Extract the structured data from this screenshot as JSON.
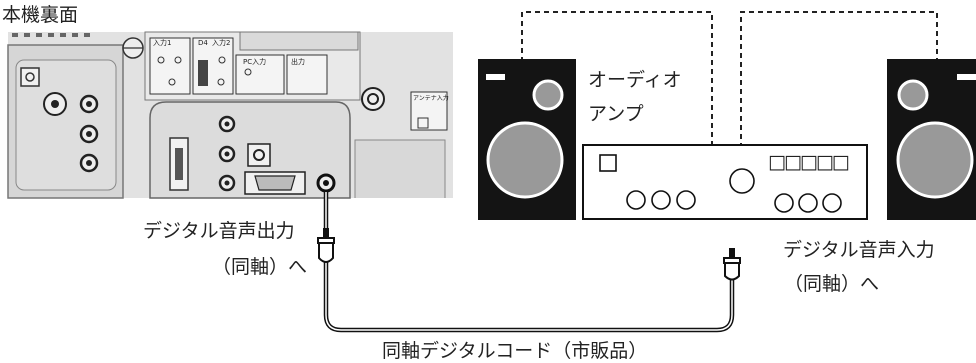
{
  "labels": {
    "rear_panel": "本機裏面",
    "amp_line1": "オーディオ",
    "amp_line2": "アンプ",
    "out_line1": "デジタル音声出力",
    "out_line2": "（同軸）へ",
    "in_line1": "デジタル音声入力",
    "in_line2": "（同軸）へ",
    "cable": "同軸デジタルコード（市販品）"
  },
  "panel_labels": {
    "input1": "入力1",
    "d4": "D4",
    "input2": "入力2",
    "pc_input": "PC入力",
    "output": "出力",
    "antenna_input": "アンテナ入力"
  },
  "amp_display": "□□□□□",
  "colors": {
    "speaker_body": "#141414",
    "panel_bg": "#e4e4e4",
    "line": "#111111"
  }
}
